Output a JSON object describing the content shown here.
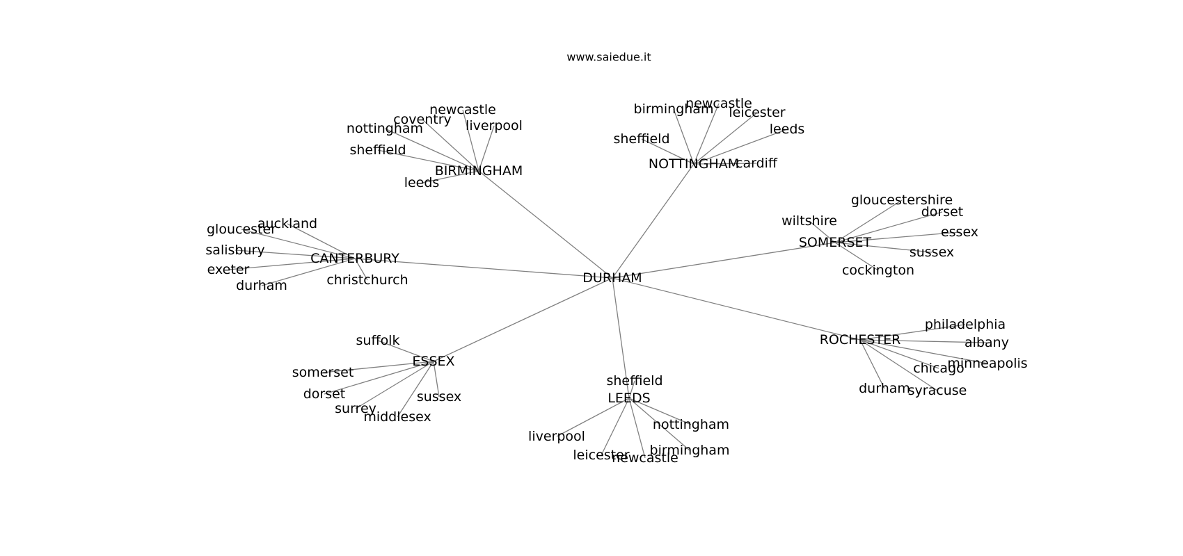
{
  "site_title": "www.saiedue.it",
  "edge_color": "#808080",
  "text_color": "#000000",
  "root": "DURHAM",
  "hubs": [
    {
      "name": "BIRMINGHAM",
      "leaves": [
        "newcastle",
        "coventry",
        "liverpool",
        "nottingham",
        "sheffield",
        "leeds"
      ]
    },
    {
      "name": "NOTTINGHAM",
      "leaves": [
        "birmingham",
        "newcastle",
        "leicester",
        "leeds",
        "sheffield",
        "cardiff"
      ]
    },
    {
      "name": "CANTERBURY",
      "leaves": [
        "gloucester",
        "auckland",
        "salisbury",
        "exeter",
        "durham",
        "christchurch"
      ]
    },
    {
      "name": "SOMERSET",
      "leaves": [
        "gloucestershire",
        "dorset",
        "wiltshire",
        "essex",
        "sussex",
        "cockington"
      ]
    },
    {
      "name": "ROCHESTER",
      "leaves": [
        "philadelphia",
        "albany",
        "chicago",
        "minneapolis",
        "durham",
        "syracuse"
      ]
    },
    {
      "name": "ESSEX",
      "leaves": [
        "suffolk",
        "somerset",
        "dorset",
        "sussex",
        "surrey",
        "middlesex"
      ]
    },
    {
      "name": "LEEDS",
      "leaves": [
        "sheffield",
        "nottingham",
        "liverpool",
        "birmingham",
        "leicester",
        "newcastle"
      ]
    }
  ]
}
